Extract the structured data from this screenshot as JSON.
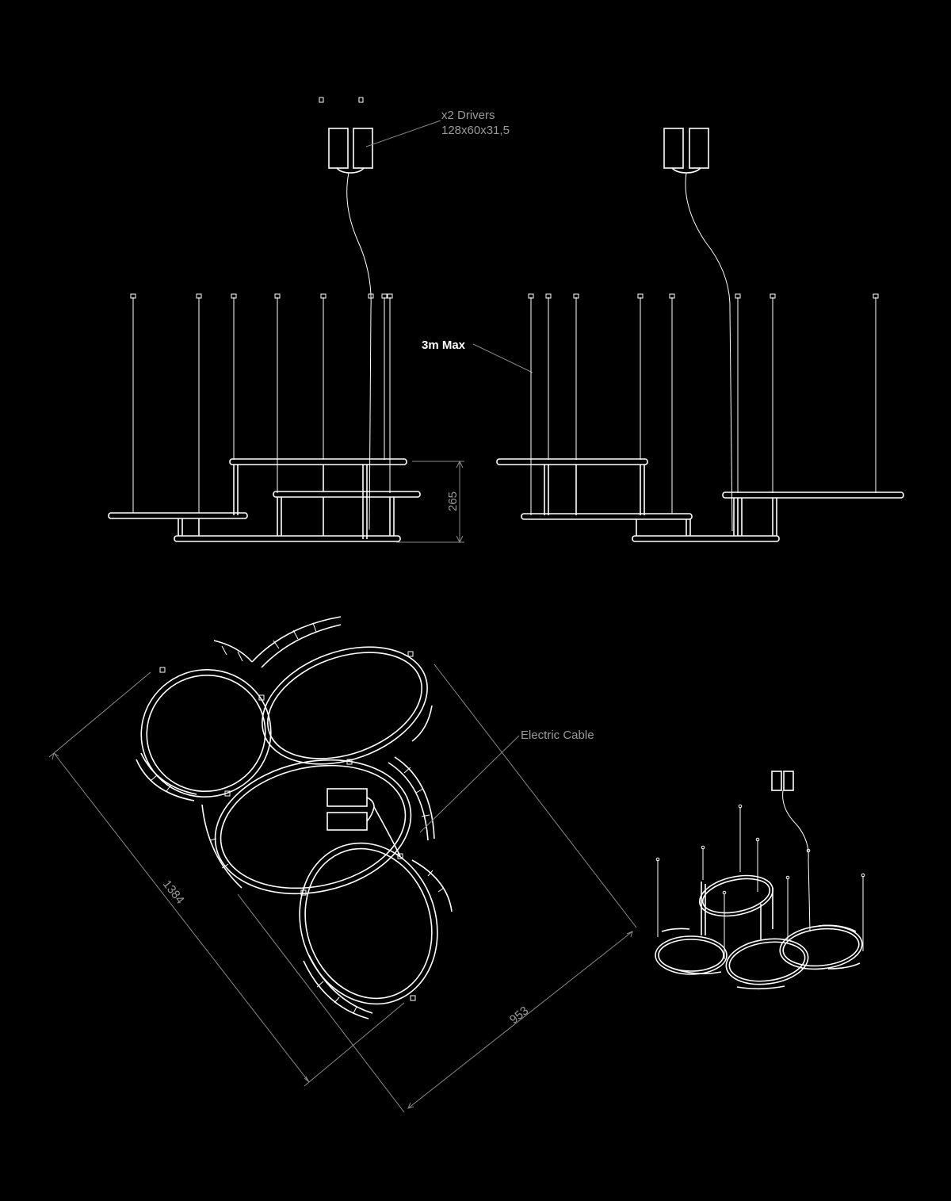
{
  "labels": {
    "drivers_line1": "x2 Drivers",
    "drivers_line2": "128x60x31,5",
    "cable_length": "3m Max",
    "height_dim": "265",
    "electric_cable": "Electric Cable",
    "length_dim": "1384",
    "width_dim": "953"
  }
}
